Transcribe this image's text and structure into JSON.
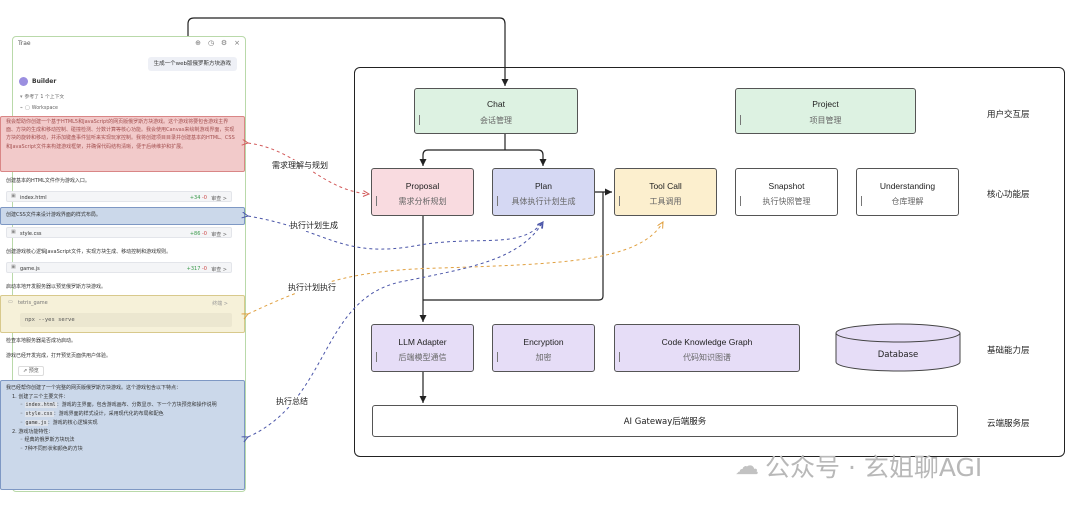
{
  "panel": {
    "title": "Trae",
    "icons": [
      "new-chat-icon",
      "history-icon",
      "settings-icon",
      "close-icon"
    ],
    "user_message": "生成一个web版俄罗斯方块游戏",
    "builder_name": "Builder",
    "context_ref": "参考了 1 个上下文",
    "workspace": "Workspace",
    "intro_text": "我会帮助你创建一个基于HTML5和JavaScript的网页版俄罗斯方块游戏。这个游戏将要包含游戏主界面、方块的生成和移动控制、碰撞检测、分数计算等核心功能。我会使用Canvas来绘制游戏界面，实现方块的旋转和移动，并添加键盘事件监听来实现玩家控制。我将创建项目目录并创建基本的HTML、CSS和JavaScript文件来构建游戏框架，并确保代码结构清晰，便于后续维护和扩展。",
    "step1": "创建基本的HTML文件作为游戏入口。",
    "file1": {
      "name": "index.html",
      "plus": "+34",
      "minus": "-0",
      "review": "审查 >"
    },
    "step2": "创建CSS文件来设计游戏界面的样式布局。",
    "file2": {
      "name": "style.css",
      "plus": "+86",
      "minus": "-0",
      "review": "审查 >"
    },
    "step3": "创建游戏核心逻辑JavaScript文件，实现方块生成、移动控制和游戏规则。",
    "file3": {
      "name": "game.js",
      "plus": "+317",
      "minus": "-0",
      "review": "审查 >"
    },
    "step4": "启动本地开发服务器以预览俄罗斯方块游戏。",
    "terminal": {
      "name": "tetris_game",
      "status": "终端 >",
      "command": "npx --yes serve"
    },
    "step5": "检查本地服务器是否成功启动。",
    "step6": "游戏已经开发完成，打开预览页面供用户体验。",
    "preview_label": "预览",
    "summary": {
      "intro": "我已经帮你创建了一个完整的网页版俄罗斯方块游戏。这个游戏包含以下特点：",
      "item1": "1. 创建了三个主要文件：",
      "file_index": "index.html",
      "file_index_desc": "：游戏的主界面，包含游戏画布、分数显示、下一个方块预览和操作说明",
      "file_css": "style.css",
      "file_css_desc": "：游戏界面的样式设计，采用现代化的布局和配色",
      "file_js": "game.js",
      "file_js_desc": "：游戏的核心逻辑实现",
      "item2": "2. 游戏功能特性：",
      "feat1": "经典的俄罗斯方块玩法",
      "feat2": "7种不同形状和颜色的方块"
    }
  },
  "annotations": {
    "req_understanding": "需求理解与规划",
    "plan_generation": "执行计划生成",
    "plan_execution": "执行计划执行",
    "summary": "执行总结"
  },
  "diagram": {
    "chat": {
      "title": "Chat",
      "sub": "会话管理"
    },
    "project": {
      "title": "Project",
      "sub": "项目管理"
    },
    "proposal": {
      "title": "Proposal",
      "sub": "需求分析规划"
    },
    "plan": {
      "title": "Plan",
      "sub": "具体执行计划生成"
    },
    "toolcall": {
      "title": "Tool Call",
      "sub": "工具调用"
    },
    "snapshot": {
      "title": "Snapshot",
      "sub": "执行快照管理"
    },
    "understanding": {
      "title": "Understanding",
      "sub": "仓库理解"
    },
    "llm_adapter": {
      "title": "LLM Adapter",
      "sub": "后端模型通信"
    },
    "encryption": {
      "title": "Encryption",
      "sub": "加密"
    },
    "ckg": {
      "title": "Code Knowledge Graph",
      "sub": "代码知识图谱"
    },
    "database": {
      "title": "Database"
    },
    "gateway": "AI Gateway后端服务",
    "layers": {
      "user": "用户交互层",
      "core": "核心功能层",
      "base": "基础能力层",
      "cloud": "云端服务层"
    },
    "colors": {
      "green": "#ddf2e2",
      "red": "#f9dbe0",
      "blue": "#d5d8f3",
      "yellow": "#fcefce",
      "purple": "#e6ddf7",
      "red_arrow": "#d25a5a",
      "blue_arrow": "#4a55a8",
      "orange_arrow": "#e0a040"
    }
  },
  "watermark": {
    "icon": "wechat-icon",
    "text": "公众号 · 玄姐聊AGI"
  }
}
